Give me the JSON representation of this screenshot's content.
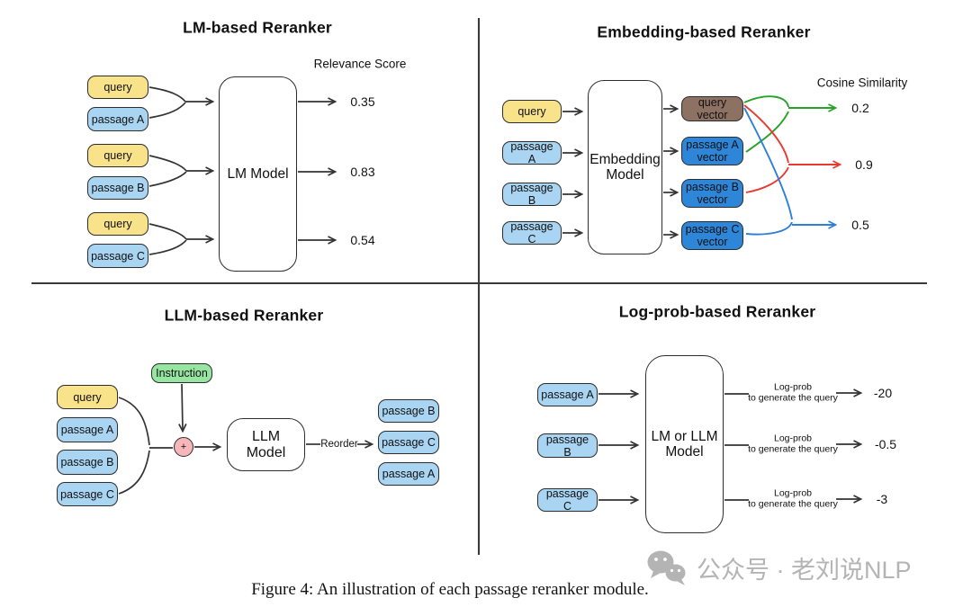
{
  "figure": {
    "caption": "Figure 4: An illustration of each passage reranker module."
  },
  "watermark": {
    "label": "公众号 · 老刘说NLP"
  },
  "panels": {
    "lm": {
      "title": "LM-based Reranker",
      "output_header": "Relevance Score",
      "model": "LM Model",
      "rows": [
        {
          "query": "query",
          "passage": "passage A",
          "score": "0.35"
        },
        {
          "query": "query",
          "passage": "passage B",
          "score": "0.83"
        },
        {
          "query": "query",
          "passage": "passage C",
          "score": "0.54"
        }
      ]
    },
    "embedding": {
      "title": "Embedding-based Reranker",
      "output_header": "Cosine Similarity",
      "model": "Embedding Model",
      "inputs": [
        "query",
        "passage A",
        "passage B",
        "passage C"
      ],
      "vectors": [
        "query vector",
        "passage A vector",
        "passage B vector",
        "passage C vector"
      ],
      "scores": [
        "0.2",
        "0.9",
        "0.5"
      ]
    },
    "llm": {
      "title": "LLM-based Reranker",
      "instruction": "Instruction",
      "combine": "+",
      "model": "LLM Model",
      "reorder": "Reorder",
      "inputs": [
        "query",
        "passage A",
        "passage B",
        "passage C"
      ],
      "outputs": [
        "passage B",
        "passage C",
        "passage A"
      ]
    },
    "logprob": {
      "title": "Log-prob-based Reranker",
      "model": "LM or LLM Model",
      "inputs": [
        "passage A",
        "passage B",
        "passage C"
      ],
      "outputs": [
        {
          "line1": "Log-prob",
          "line2": "to generate the query",
          "value": "-20"
        },
        {
          "line1": "Log-prob",
          "line2": "to generate the query",
          "value": "-0.5"
        },
        {
          "line1": "Log-prob",
          "line2": "to generate the query",
          "value": "-3"
        }
      ]
    }
  },
  "colors": {
    "query_fill": "#f9e38a",
    "passage_fill": "#a9d5f3",
    "vector_fill": "#2e86d9",
    "query_vector_fill": "#8d7264",
    "instruction_fill": "#96e6a1",
    "plus_fill": "#f6b6ba",
    "arrow_green": "#28a228",
    "arrow_red": "#e8392e",
    "arrow_blue": "#2d7fd8",
    "line_stroke": "#333333"
  }
}
